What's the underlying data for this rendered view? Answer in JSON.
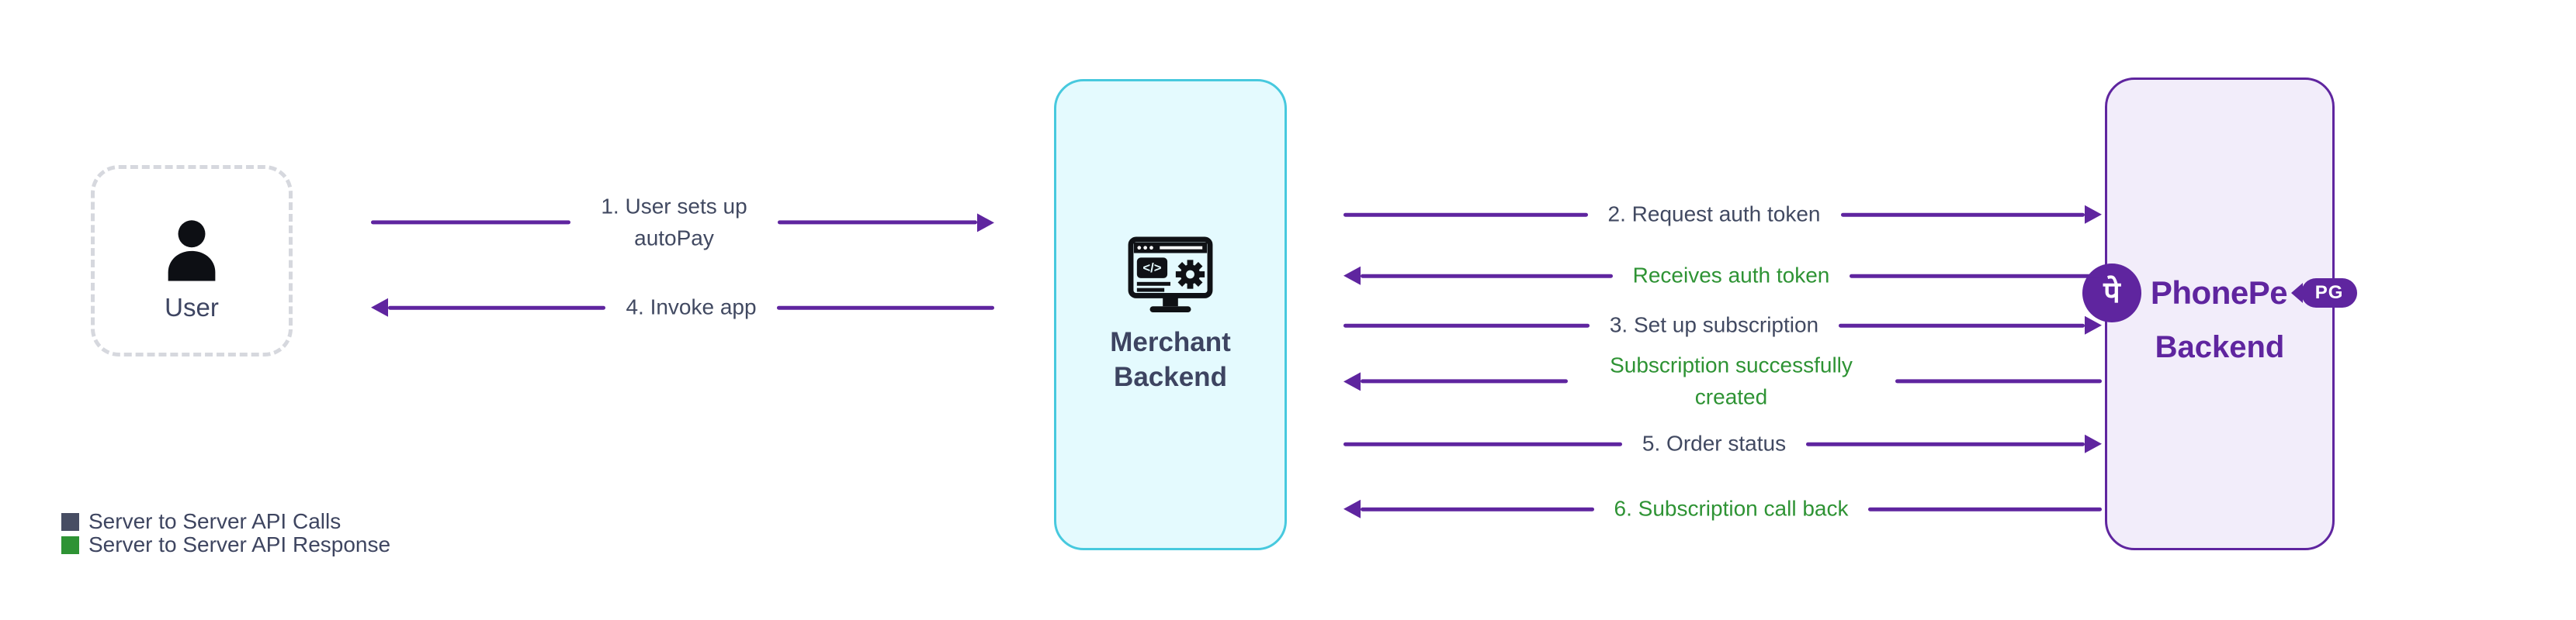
{
  "diagram": {
    "actors": {
      "user": {
        "label": "User"
      },
      "merchant": {
        "label_line1": "Merchant",
        "label_line2": "Backend"
      },
      "phonepe": {
        "brand": "PhonePe",
        "brand_glyph": "पे",
        "badge": "PG",
        "label": "Backend"
      }
    },
    "left_flows": [
      {
        "label": "1. User sets up autoPay",
        "direction": "right",
        "type": "call"
      },
      {
        "label": "4. Invoke app",
        "direction": "left",
        "type": "call"
      }
    ],
    "right_flows": [
      {
        "label": "2. Request auth token",
        "direction": "right",
        "type": "call"
      },
      {
        "label": "Receives auth token",
        "direction": "left",
        "type": "response"
      },
      {
        "label": "3. Set up subscription",
        "direction": "right",
        "type": "call"
      },
      {
        "label": "Subscription successfully created",
        "direction": "left",
        "type": "response"
      },
      {
        "label": "5. Order status",
        "direction": "right",
        "type": "call"
      },
      {
        "label": "6. Subscription call back",
        "direction": "left",
        "type": "response"
      }
    ],
    "legend": [
      {
        "label": "Server to Server API Calls",
        "color": "#474d63"
      },
      {
        "label": "Server to Server API Response",
        "color": "#2e9334"
      }
    ],
    "colors": {
      "arrow": "#5f259f",
      "call_text": "#414961",
      "response_text": "#2e9334",
      "merchant_fill": "#e4fafe",
      "merchant_border": "#47c9de",
      "phonepe_fill": "#f2edfa",
      "phonepe_border": "#5f259f",
      "brand_purple": "#5f259f"
    }
  }
}
